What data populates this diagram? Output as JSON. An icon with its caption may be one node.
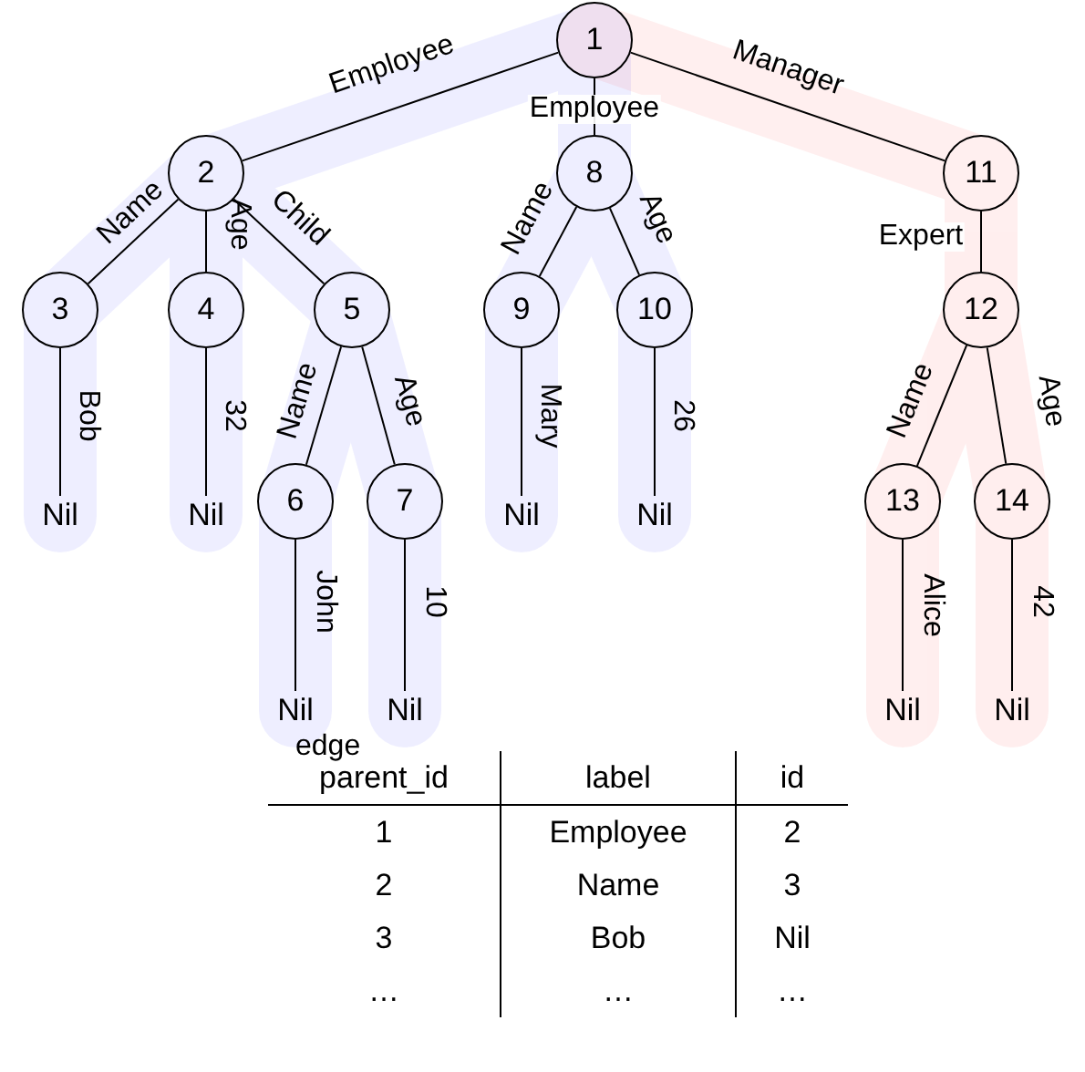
{
  "diagram": {
    "nodes": [
      {
        "text": [
          "1"
        ]
      },
      {
        "text": [
          "2"
        ]
      },
      {
        "text": [
          "3"
        ]
      },
      {
        "text": [
          "4"
        ]
      },
      {
        "text": [
          "5"
        ]
      },
      {
        "text": [
          "6"
        ]
      },
      {
        "text": [
          "7"
        ]
      },
      {
        "text": [
          "8"
        ]
      },
      {
        "text": [
          "9"
        ]
      },
      {
        "text": [
          "10"
        ]
      },
      {
        "text": [
          "11"
        ]
      },
      {
        "text": [
          "12"
        ]
      },
      {
        "text": [
          "13"
        ]
      },
      {
        "text": [
          "14"
        ]
      },
      {
        "text": [
          "Nil"
        ]
      },
      {
        "text": [
          "Nil"
        ]
      },
      {
        "text": [
          "Nil"
        ]
      },
      {
        "text": [
          "Nil"
        ]
      },
      {
        "text": [
          "Nil"
        ]
      },
      {
        "text": [
          "Nil"
        ]
      },
      {
        "text": [
          "Nil"
        ]
      },
      {
        "text": [
          "Nil"
        ]
      }
    ],
    "edges": [
      {
        "from": 0,
        "to": 1,
        "arrow": "none",
        "label": "Employee"
      },
      {
        "from": 0,
        "to": 7,
        "arrow": "none",
        "label": "Employee"
      },
      {
        "from": 0,
        "to": 10,
        "arrow": "none",
        "label": "Manager"
      },
      {
        "from": 1,
        "to": 2,
        "arrow": "none",
        "label": "Name"
      },
      {
        "from": 1,
        "to": 3,
        "arrow": "none",
        "label": "Age"
      },
      {
        "from": 1,
        "to": 4,
        "arrow": "none",
        "label": "Child"
      },
      {
        "from": 2,
        "to": 14,
        "arrow": "none",
        "label": "Bob"
      },
      {
        "from": 3,
        "to": 15,
        "arrow": "none",
        "label": "32"
      },
      {
        "from": 4,
        "to": 5,
        "arrow": "none",
        "label": "Name"
      },
      {
        "from": 4,
        "to": 6,
        "arrow": "none",
        "label": "Age"
      },
      {
        "from": 5,
        "to": 16,
        "arrow": "none",
        "label": "John"
      },
      {
        "from": 6,
        "to": 17,
        "arrow": "none",
        "label": "10"
      },
      {
        "from": 7,
        "to": 8,
        "arrow": "none",
        "label": "Name"
      },
      {
        "from": 7,
        "to": 9,
        "arrow": "none",
        "label": "Age"
      },
      {
        "from": 8,
        "to": 18,
        "arrow": "none",
        "label": "Mary"
      },
      {
        "from": 9,
        "to": 19,
        "arrow": "none",
        "label": "26"
      },
      {
        "from": 10,
        "to": 11,
        "arrow": "none",
        "label": "Expert"
      },
      {
        "from": 11,
        "to": 12,
        "arrow": "none",
        "label": "Name"
      },
      {
        "from": 11,
        "to": 13,
        "arrow": "none",
        "label": "Age"
      },
      {
        "from": 12,
        "to": 20,
        "arrow": "none",
        "label": "Alice"
      },
      {
        "from": 13,
        "to": 21,
        "arrow": "none",
        "label": "42"
      }
    ],
    "labels": [
      "edge",
      "parent_id",
      "label",
      "id",
      "1",
      "Employee",
      "2",
      "2",
      "Name",
      "3",
      "3",
      "Bob",
      "Nil",
      "…",
      "…",
      "…"
    ]
  }
}
